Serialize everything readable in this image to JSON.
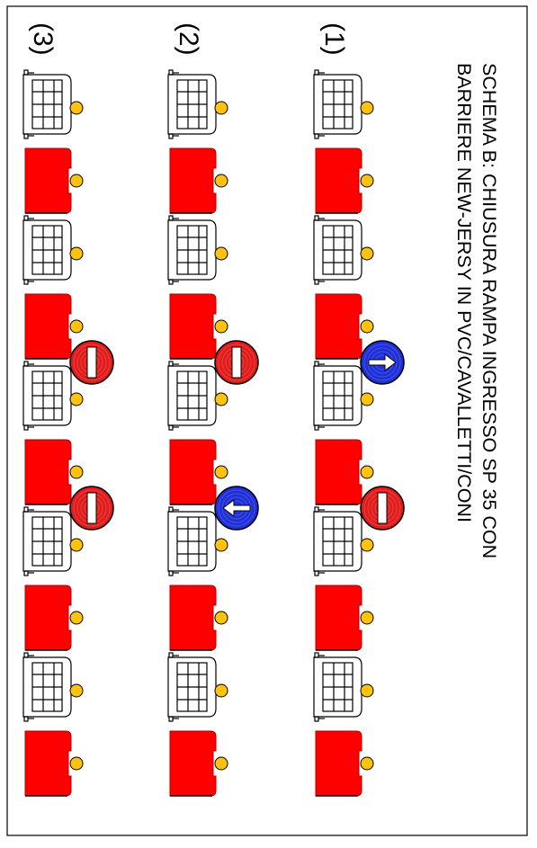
{
  "title": {
    "line1": "SCHEMA B: CHIUSURA RAMPA INGRESSO SP 35 CON",
    "line2": "BARRIERE NEW-JERSY IN PVC/CAVALLETTI/CONI"
  },
  "colors": {
    "barrier_red": "#ff0000",
    "sign_red": "#e21b1b",
    "sign_blue": "#1f2fd9",
    "cone_yellow": "#ffc20e",
    "outline": "#000000"
  },
  "columns": [
    {
      "label": "(1)",
      "signs": [
        {
          "slot": 4,
          "type": "arrow-up-sign",
          "color": "sign_blue"
        },
        {
          "slot": 6,
          "type": "no-entry-sign",
          "color": "sign_red"
        }
      ]
    },
    {
      "label": "(2)",
      "signs": [
        {
          "slot": 4,
          "type": "no-entry-sign",
          "color": "sign_red"
        },
        {
          "slot": 6,
          "type": "arrow-down-sign",
          "color": "sign_blue"
        }
      ]
    },
    {
      "label": "(3)",
      "signs": [
        {
          "slot": 4,
          "type": "no-entry-sign",
          "color": "sign_red"
        },
        {
          "slot": 6,
          "type": "no-entry-sign",
          "color": "sign_red"
        }
      ]
    }
  ],
  "sequence": [
    "sawhorse",
    "new-jersey-barrier",
    "sawhorse",
    "new-jersey-barrier",
    "sawhorse",
    "new-jersey-barrier",
    "sawhorse",
    "new-jersey-barrier",
    "sawhorse",
    "new-jersey-barrier"
  ]
}
